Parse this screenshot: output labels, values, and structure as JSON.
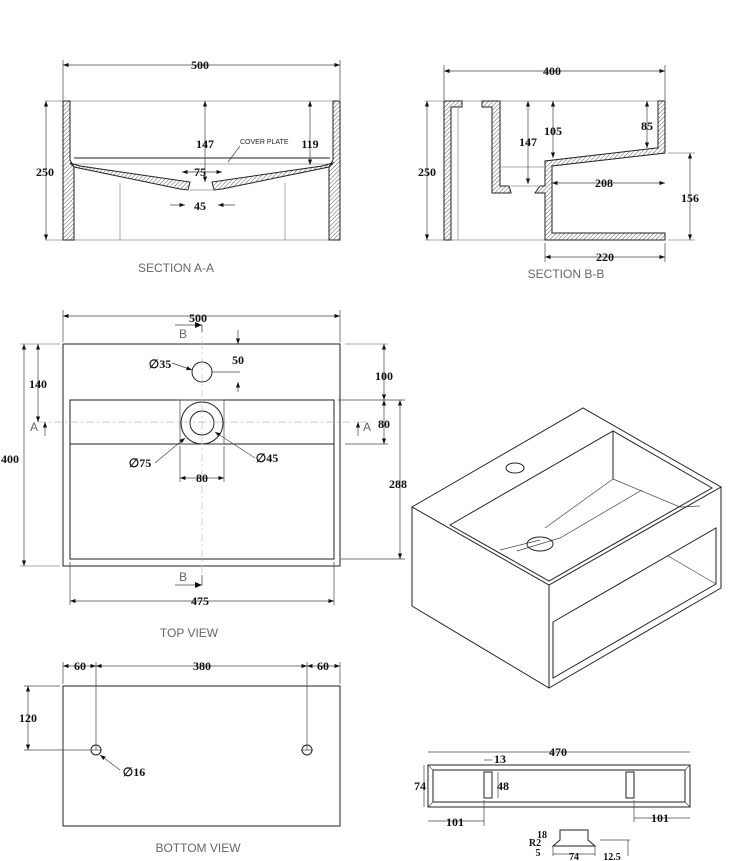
{
  "section_aa": {
    "title": "SECTION A-A",
    "width": "500",
    "height": "250",
    "depth_147": "147",
    "depth_119": "119",
    "drain_75": "75",
    "drain_45": "45",
    "cover_plate": "COVER PLATE"
  },
  "section_bb": {
    "title": "SECTION B-B",
    "width": "400",
    "height": "250",
    "depth_147": "147",
    "depth_105": "105",
    "depth_85": "85",
    "inner_208": "208",
    "shelf_156": "156",
    "shelf_220": "220"
  },
  "top_view": {
    "title": "TOP VIEW",
    "width": "500",
    "inner_width": "475",
    "height": "400",
    "to_section": "140",
    "top_margin": "100",
    "band": "80",
    "basin": "288",
    "faucet_dia": "∅35",
    "faucet_offset": "50",
    "drain_outer": "∅75",
    "drain_inner": "∅45",
    "drain_box": "80",
    "section_a": "A",
    "section_b": "B"
  },
  "bottom_view": {
    "title": "BOTTOM VIEW",
    "left": "60",
    "middle": "380",
    "right": "60",
    "depth": "120",
    "hole_dia": "∅16"
  },
  "cover_plate_detail": {
    "length": "470",
    "slot_width": "13",
    "height": "74",
    "slot_height": "48",
    "left_offset": "101",
    "right_offset": "101",
    "radius": "R2",
    "lip": "18",
    "thickness": "5",
    "base": "74",
    "edge": "12.5"
  }
}
